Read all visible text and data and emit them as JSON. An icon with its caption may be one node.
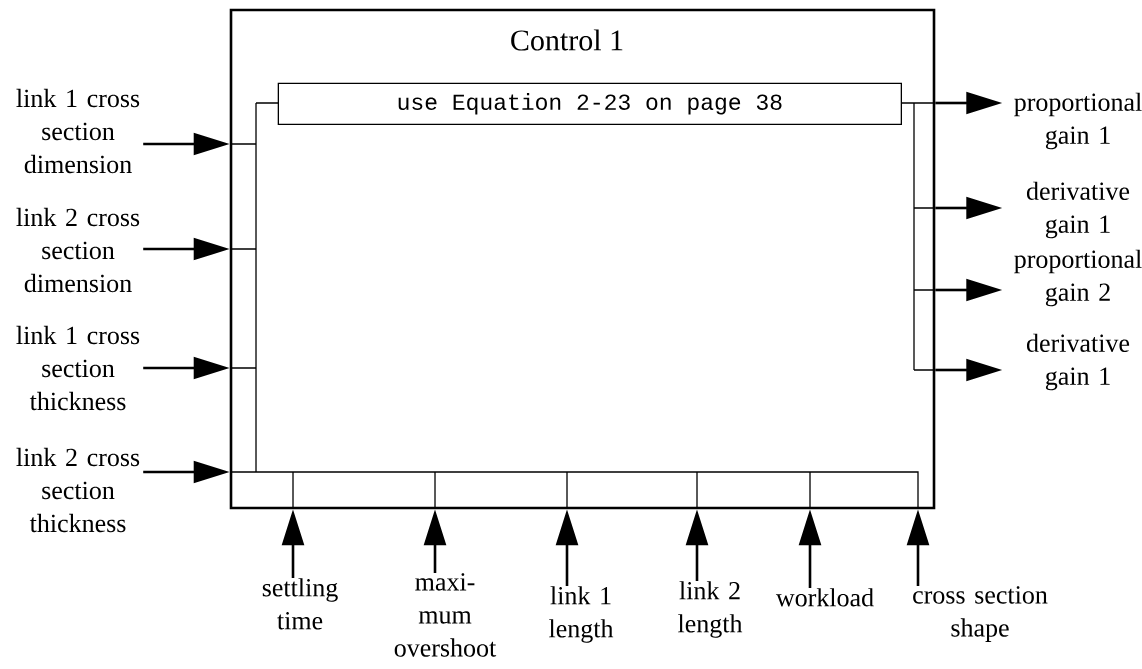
{
  "diagram": {
    "nodes": [
      {
        "text": [
          "Control 1"
        ]
      },
      {
        "text": [
          "use Equation 2-23 on page 38"
        ],
        "in": 0
      },
      {
        "text": [
          "link 1 cross section dimension"
        ]
      },
      {
        "text": [
          "link 2 cross section dimension"
        ]
      },
      {
        "text": [
          "link 1 cross section thickness"
        ]
      },
      {
        "text": [
          "link 2 cross section thickness"
        ]
      },
      {
        "text": [
          "settling time"
        ]
      },
      {
        "text": [
          "maxi- mum overshoot"
        ]
      },
      {
        "text": [
          "link 1 length"
        ]
      },
      {
        "text": [
          "link 2 length"
        ]
      },
      {
        "text": [
          "workload"
        ]
      },
      {
        "text": [
          "cross section shape"
        ]
      },
      {
        "text": [
          "proportional gain 1"
        ]
      },
      {
        "text": [
          "derivative gain 1"
        ]
      },
      {
        "text": [
          "proportional gain 2"
        ]
      },
      {
        "text": [
          "derivative gain 1"
        ]
      }
    ],
    "edges": [
      {
        "from": 2,
        "to": 0,
        "arrow": "to"
      },
      {
        "from": 3,
        "to": 0,
        "arrow": "to"
      },
      {
        "from": 4,
        "to": 0,
        "arrow": "to"
      },
      {
        "from": 5,
        "to": 0,
        "arrow": "to"
      },
      {
        "from": 6,
        "to": 0,
        "arrow": "to"
      },
      {
        "from": 7,
        "to": 0,
        "arrow": "to"
      },
      {
        "from": 8,
        "to": 0,
        "arrow": "to"
      },
      {
        "from": 9,
        "to": 0,
        "arrow": "to"
      },
      {
        "from": 10,
        "to": 0,
        "arrow": "to"
      },
      {
        "from": 11,
        "to": 0,
        "arrow": "to"
      },
      {
        "from": 0,
        "to": 12,
        "arrow": "to"
      },
      {
        "from": 0,
        "to": 13,
        "arrow": "to"
      },
      {
        "from": 0,
        "to": 14,
        "arrow": "to"
      },
      {
        "from": 0,
        "to": 15,
        "arrow": "to"
      }
    ]
  }
}
